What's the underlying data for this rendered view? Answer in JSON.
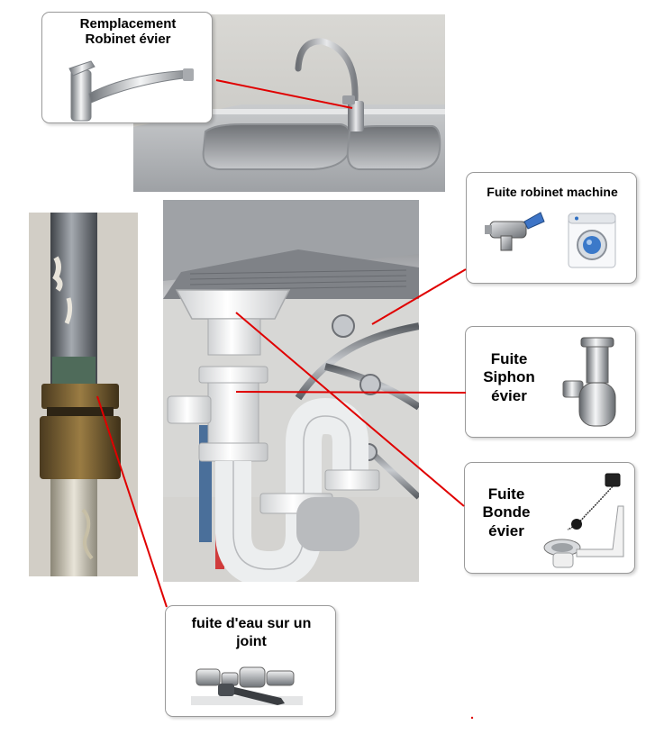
{
  "callouts": {
    "faucet": {
      "line1": "Remplacement",
      "line2": "Robinet évier"
    },
    "machine": {
      "text": "Fuite robinet machine"
    },
    "siphon": {
      "line1": "Fuite",
      "line2": "Siphon",
      "line3": "évier"
    },
    "bonde": {
      "line1": "Fuite",
      "line2": "Bonde",
      "line3": "évier"
    },
    "joint": {
      "line1": "fuite d'eau sur un",
      "line2": "joint"
    }
  },
  "colors": {
    "leader_line": "#e00000",
    "card_border": "#9a9a9a",
    "pvc": "#f2f2f2",
    "stainless": "#b9bcc0"
  },
  "icons": [
    "faucet-icon",
    "valve-icon",
    "washing-machine-icon",
    "bottle-trap-icon",
    "sink-drain-icon",
    "wrench-icon"
  ]
}
